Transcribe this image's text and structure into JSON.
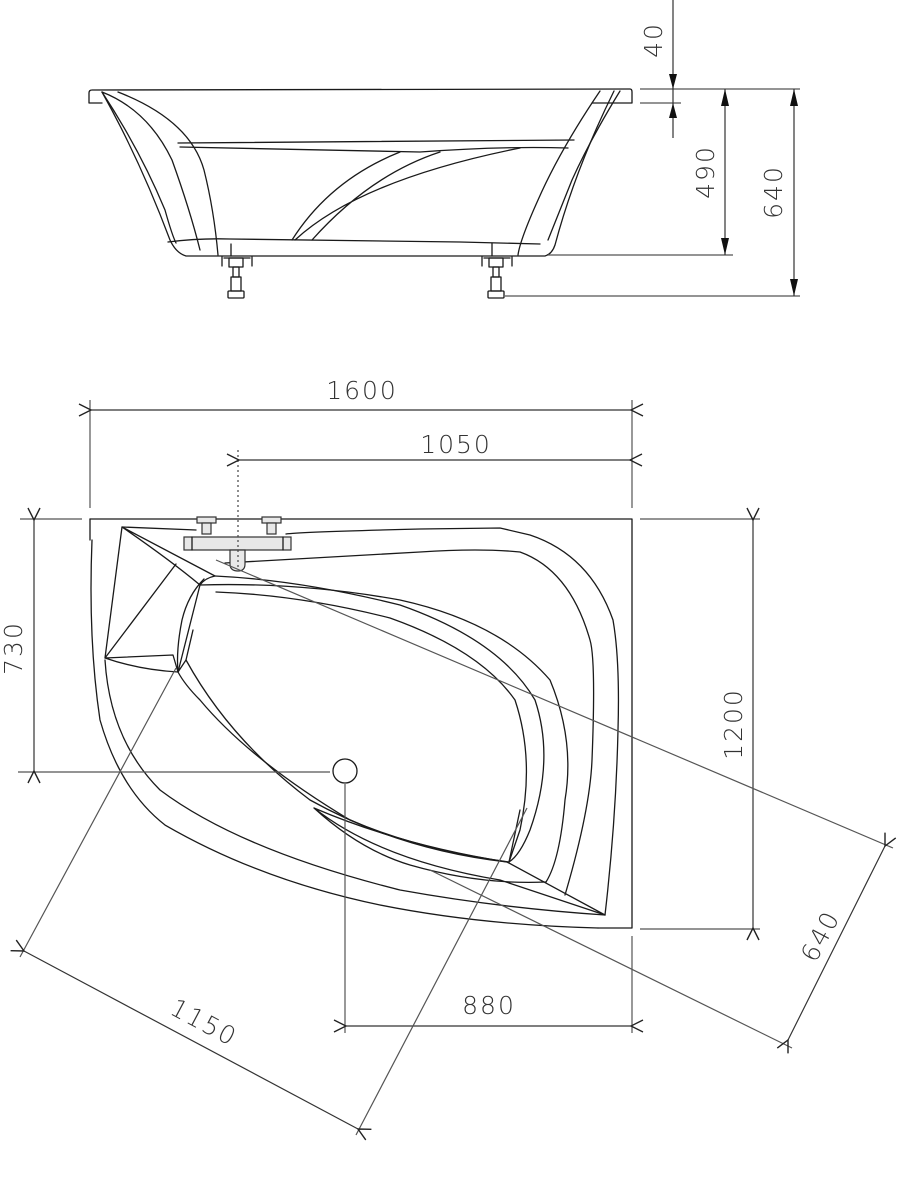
{
  "drawing": {
    "subject": "Corner bathtub technical drawing",
    "views": [
      "side-elevation",
      "plan-view"
    ],
    "line_color": "#1a1a1a",
    "fixture_fill": "#e8e8e8"
  },
  "side_view": {
    "dimensions": {
      "rim_thickness": "40",
      "tub_depth": "490",
      "total_height": "640"
    }
  },
  "plan_view": {
    "dimensions": {
      "overall_length": "1600",
      "faucet_to_right_edge": "1050",
      "top_to_drain": "730",
      "overall_width": "1200",
      "diagonal_length": "1150",
      "drain_to_right_edge": "880",
      "diagonal_width": "640"
    }
  }
}
